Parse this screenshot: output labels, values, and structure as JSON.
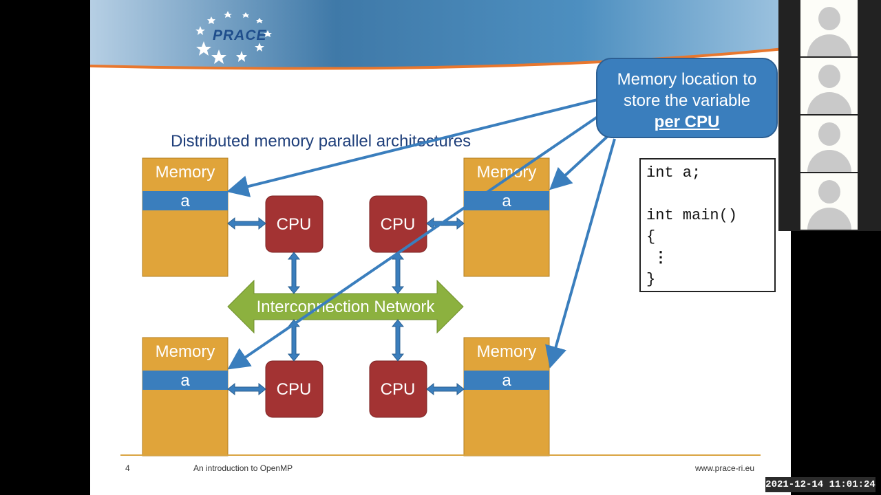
{
  "slide": {
    "logo": "PRACE",
    "subtitle": "Distributed memory parallel architectures",
    "callout": {
      "line1": "Memory location to",
      "line2": "store the variable",
      "line3": "per CPU"
    },
    "memory_label": "Memory",
    "variable_label": "a",
    "cpu_label": "CPU",
    "network_label": "Interconnection Network",
    "code_lines": [
      "int a;",
      "",
      "int main()",
      "{",
      "⋮",
      "}"
    ],
    "footer": {
      "page_number": "4",
      "course": "An introduction to OpenMP",
      "website": "www.prace-ri.eu"
    }
  },
  "colors": {
    "memory": "#e0a43a",
    "variable": "#3a7ebd",
    "cpu": "#a33333",
    "network": "#8cb13f",
    "arrow": "#3a7ebd",
    "callout": "#3a7ebd"
  },
  "video": {
    "participants": 4,
    "timestamp": "2021-12-14 11:01:24"
  }
}
